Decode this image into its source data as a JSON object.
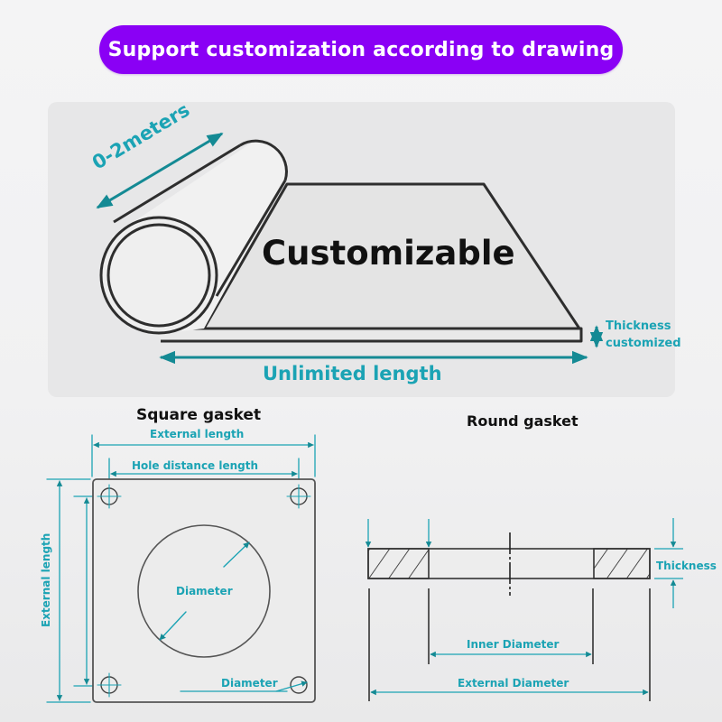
{
  "banner": {
    "text": "Support  customization according to drawing",
    "color": "#8a00f5"
  },
  "roll_section": {
    "width_label": "0-2meters",
    "center_label": "Customizable",
    "length_label": "Unlimited length",
    "thickness_label_line1": "Thickness",
    "thickness_label_line2": "customized"
  },
  "square_gasket": {
    "title": "Square gasket",
    "external_length_top": "External length",
    "hole_distance_length": "Hole distance length",
    "external_length_side": "External length",
    "center_diameter": "Diameter",
    "hole_diameter": "Diameter"
  },
  "round_gasket": {
    "title": "Round gasket",
    "thickness": "Thickness",
    "inner_diameter": "Inner Diameter",
    "external_diameter": "External Diameter"
  },
  "colors": {
    "accent_teal": "#1ba3b4",
    "arrow_teal": "#148a94",
    "line_dark": "#2b2b2b",
    "panel_bg": "#e7e7e8"
  }
}
